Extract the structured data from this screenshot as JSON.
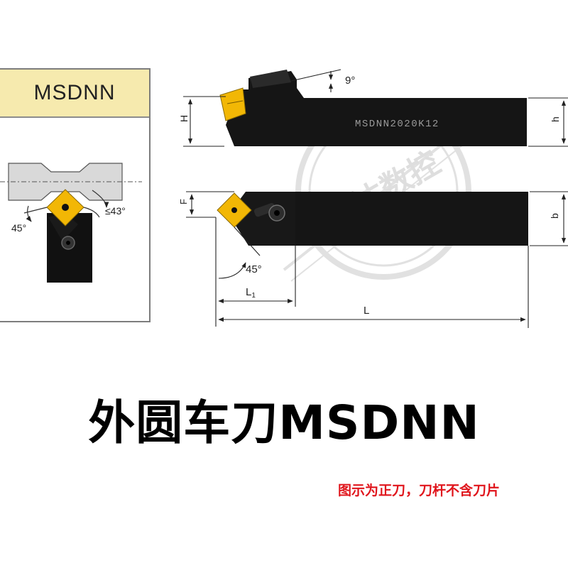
{
  "colors": {
    "insert_gold": "#f2b705",
    "tool_body": "#141414",
    "header_bg": "#f6eaae",
    "note_red": "#e0151c"
  },
  "panel": {
    "header_label": "MSDNN",
    "angle_left": "45°",
    "angle_right": "≤43°"
  },
  "side_view": {
    "engraving": "MSDNN2020K12",
    "angle_label": "9°",
    "dim_H": "H",
    "dim_h": "h"
  },
  "top_view": {
    "dim_F": "F",
    "dim_b": "b",
    "angle_label": "45°",
    "dim_L1": "L",
    "dim_L1_sub": "1",
    "dim_L": "L"
  },
  "watermark": "骐达数控",
  "title": "外圆车刀MSDNN",
  "note": "图示为正刀，刀杆不含刀片"
}
